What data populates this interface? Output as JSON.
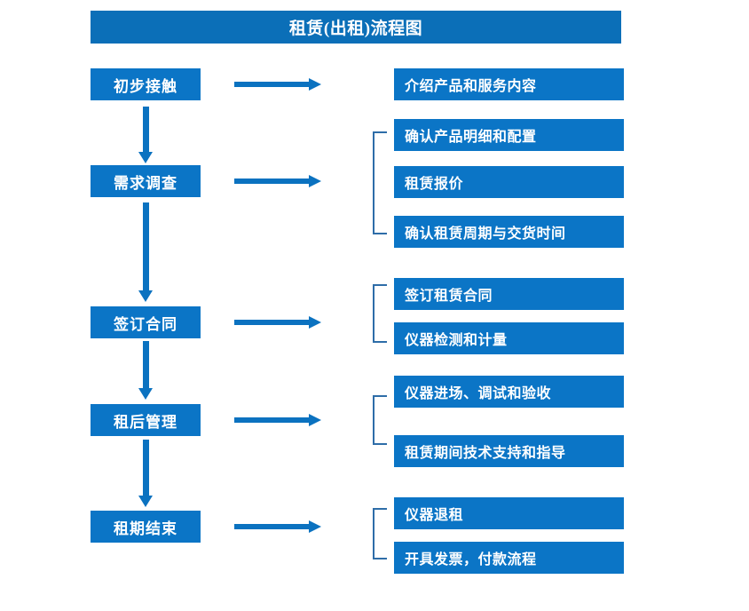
{
  "diagram": {
    "title": "租赁(出租)流程图",
    "colors": {
      "banner_blue": "#0B6FB8",
      "box_blue": "#0B75C6",
      "arrow_blue": "#0B72C0",
      "bracket_blue": "#2E6DA8",
      "text_white": "#FFFFFF",
      "background": "#FFFFFF"
    },
    "stages": [
      {
        "label": "初步接触"
      },
      {
        "label": "需求调查"
      },
      {
        "label": "签订合同"
      },
      {
        "label": "租后管理"
      },
      {
        "label": "租期结束"
      }
    ],
    "details": [
      {
        "label": "介绍产品和服务内容"
      },
      {
        "label": "确认产品明细和配置"
      },
      {
        "label": "租赁报价"
      },
      {
        "label": "确认租赁周期与交货时间"
      },
      {
        "label": "签订租赁合同"
      },
      {
        "label": "仪器检测和计量"
      },
      {
        "label": "仪器进场、调试和验收"
      },
      {
        "label": "租赁期间技术支持和指导"
      },
      {
        "label": "仪器退租"
      },
      {
        "label": "开具发票，付款流程"
      }
    ],
    "connections": {
      "stage_to_stage_arrows": 4,
      "stage_to_detail_arrows": 5,
      "group_brackets": 4
    }
  }
}
